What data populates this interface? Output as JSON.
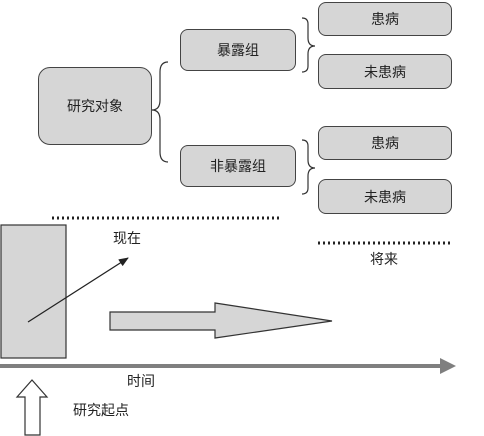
{
  "diagram": {
    "subject": "研究对象",
    "exposed_group": "暴露组",
    "unexposed_group": "非暴露组",
    "outcomes": {
      "exposed_diseased": "患病",
      "exposed_not_diseased": "未患病",
      "unexposed_diseased": "患病",
      "unexposed_not_diseased": "未患病"
    },
    "now_label": "现在",
    "future_label": "将来",
    "time_label": "时间",
    "start_label": "研究起点"
  }
}
